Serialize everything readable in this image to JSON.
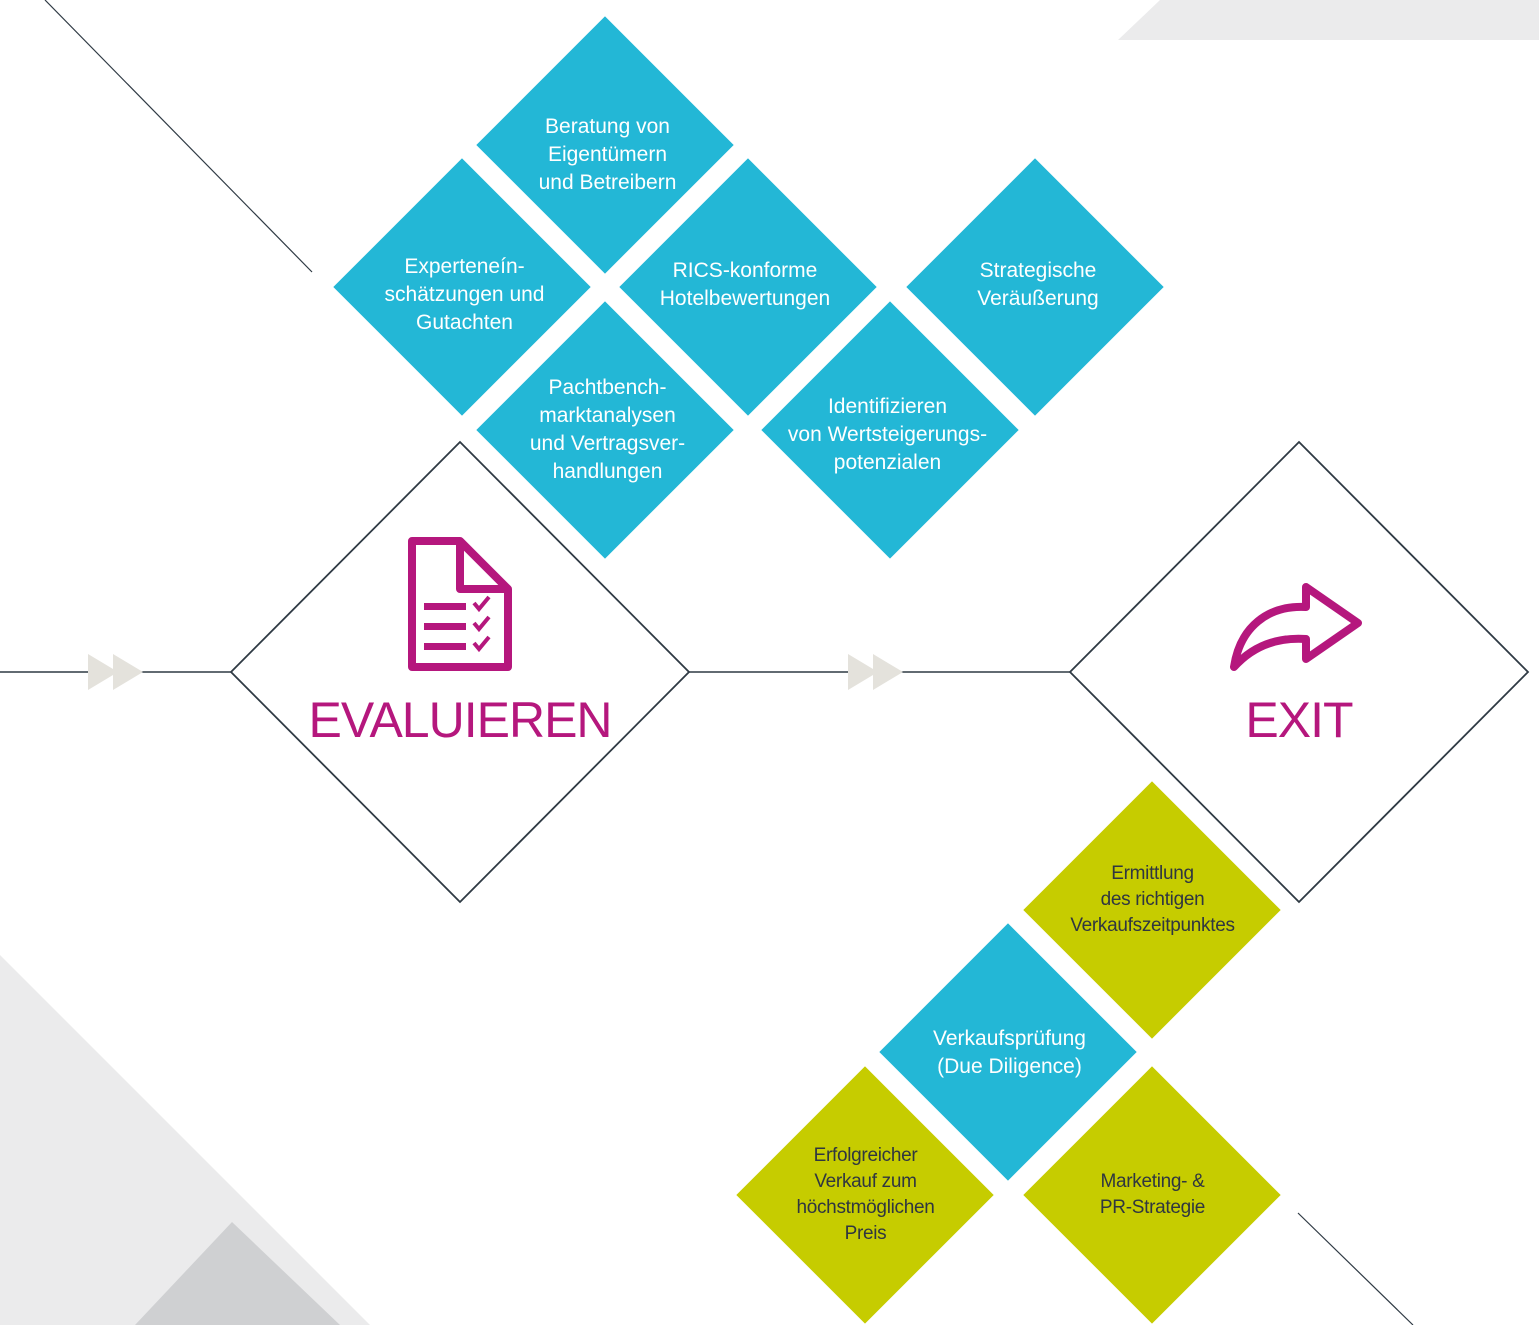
{
  "colors": {
    "cyan": "#23b7d6",
    "lime": "#c6cc00",
    "magenta": "#b5177d",
    "outline": "#2f3a44",
    "chevron": "#e4e2dc",
    "grey_light": "#ebebec",
    "grey_mid": "#cfd0d2"
  },
  "stages": {
    "evaluate": {
      "label": "EVALUIEREN",
      "icon": "document-checklist-icon"
    },
    "exit": {
      "label": "EXIT",
      "icon": "share-arrow-icon"
    }
  },
  "evaluate_tiles": [
    {
      "text": "Beratung von\nEigentümern\nund Betreibern",
      "color": "cyan"
    },
    {
      "text": "Experteneín-\nschätzungen und\nGutachten",
      "color": "cyan"
    },
    {
      "text": "RICS-konforme\nHotelbewertungen",
      "color": "cyan"
    },
    {
      "text": "Strategische\nVeräußerung",
      "color": "cyan"
    },
    {
      "text": "Pachtbench-\nmarktanalysen\nund Vertragsver-\nhandlungen",
      "color": "cyan"
    },
    {
      "text": "Identifizieren\nvon Wertsteigerungs-\npotenzialen",
      "color": "cyan"
    }
  ],
  "exit_tiles": [
    {
      "text": "Ermittlung\ndes richtigen\nVerkaufszeitpunktes",
      "color": "lime"
    },
    {
      "text": "Verkaufsprüfung\n(Due Diligence)",
      "color": "cyan"
    },
    {
      "text": "Erfolgreicher\nVerkauf zum\nhöchstmöglichen\nPreis",
      "color": "lime"
    },
    {
      "text": "Marketing- &\nPR-Strategie",
      "color": "lime"
    }
  ]
}
